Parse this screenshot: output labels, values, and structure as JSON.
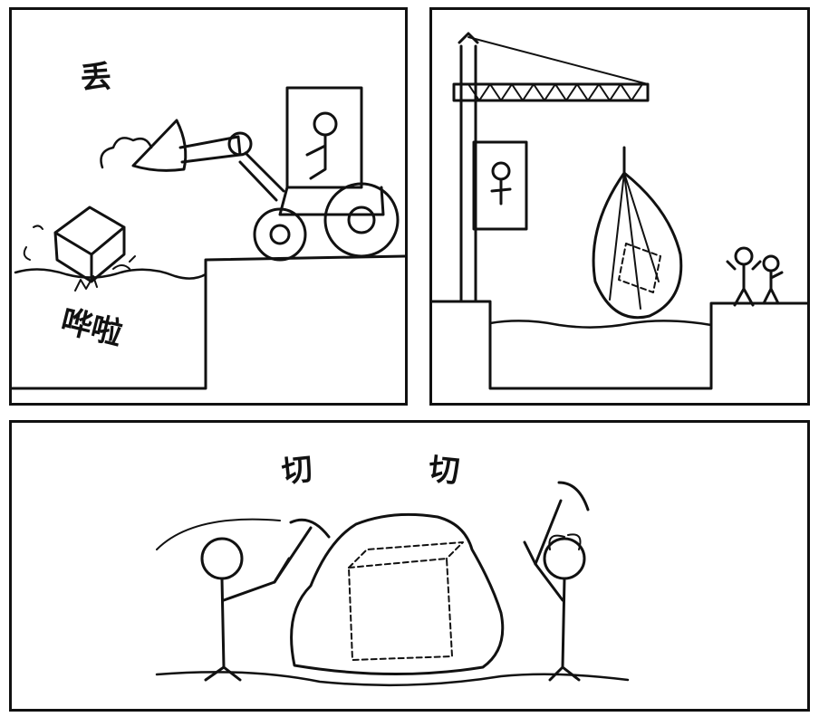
{
  "panels": [
    {
      "sound_effects": [
        "丢",
        "哗啦"
      ]
    },
    {
      "sound_effects": []
    },
    {
      "sound_effects": [
        "切",
        "切"
      ]
    }
  ],
  "colors": {
    "ink": "#111111",
    "paper": "#ffffff"
  }
}
